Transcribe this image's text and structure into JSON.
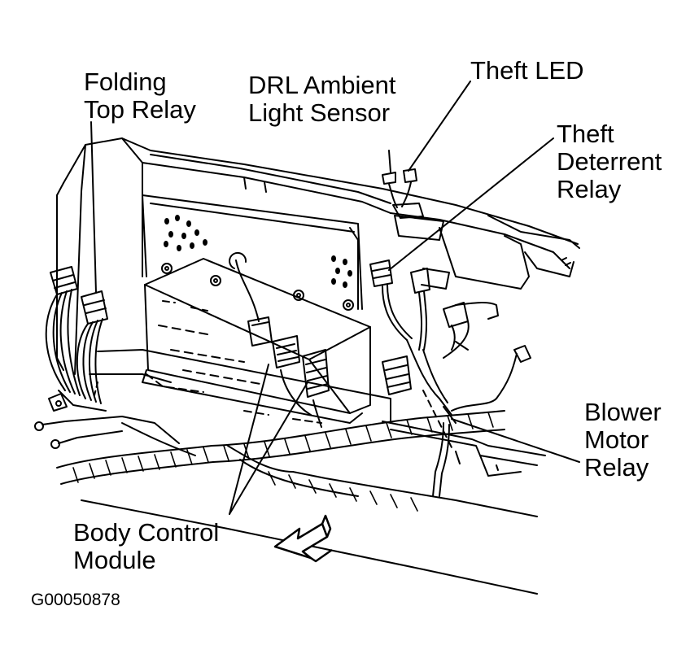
{
  "labels": {
    "folding_top_relay": [
      "Folding",
      "Top Relay"
    ],
    "drl_sensor": [
      "DRL Ambient",
      "Light Sensor"
    ],
    "theft_led": [
      "Theft LED"
    ],
    "theft_deterrent_relay": [
      "Theft",
      "Deterrent",
      "Relay"
    ],
    "blower_motor_relay": [
      "Blower",
      "Motor",
      "Relay"
    ],
    "body_control_module": [
      "Body Control",
      "Module"
    ]
  },
  "figure_id": "G00050878",
  "colors": {
    "ink": "#000000",
    "paper": "#ffffff"
  },
  "icons": {
    "direction_arrow": "forward-arrow-icon"
  }
}
